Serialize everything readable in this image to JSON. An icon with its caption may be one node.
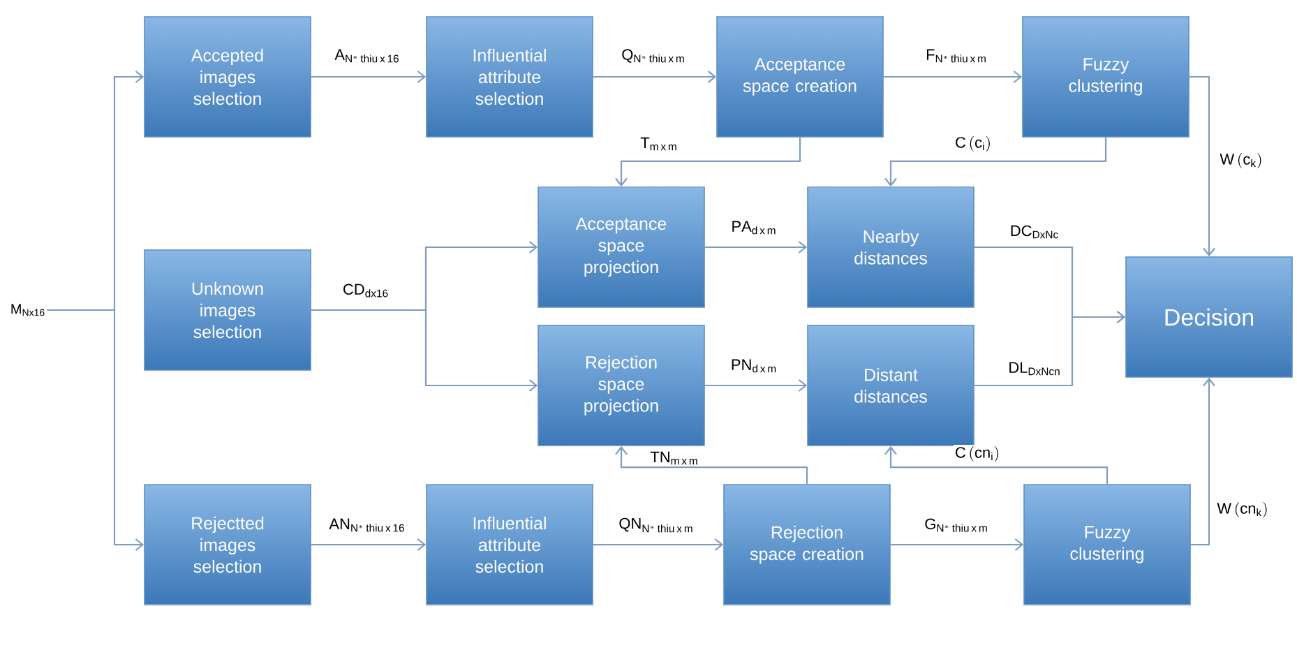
{
  "diagram": {
    "nodes": [
      {
        "text": [
          "\\mathrm{M}_{\\mathrm{N x 16}}"
        ]
      },
      {
        "text": [
          "Accepted images selection"
        ]
      },
      {
        "text": [
          "Influential attribute selection"
        ]
      },
      {
        "text": [
          "Acceptance space creation"
        ]
      },
      {
        "text": [
          "Fuzzy clustering"
        ]
      },
      {
        "text": [
          "Unknown images selection"
        ]
      },
      {
        "text": [
          "Acceptance space projection"
        ]
      },
      {
        "text": [
          "Nearby distances"
        ]
      },
      {
        "text": [
          "Rejection space projection"
        ]
      },
      {
        "text": [
          "Distant distances"
        ]
      },
      {
        "text": [
          "Decision"
        ]
      },
      {
        "text": [
          "Rejectted images selection"
        ]
      },
      {
        "text": [
          "Influential attribute selection"
        ]
      },
      {
        "text": [
          "Rejection space creation"
        ]
      },
      {
        "text": [
          "Fuzzy clustering"
        ]
      }
    ],
    "edges": [
      {
        "from": 0,
        "to": 1,
        "arrow": "to"
      },
      {
        "from": 0,
        "to": 11,
        "arrow": "to"
      },
      {
        "from": 1,
        "to": 2,
        "arrow": "to",
        "label": "\\mathrm{A}_{\\mathrm{N^{*}\\,thiu\\,x\\,16}}"
      },
      {
        "from": 2,
        "to": 3,
        "arrow": "to",
        "label": "\\mathrm{Q}_{\\mathrm{N^{*}\\,thiu\\,x\\,m}}"
      },
      {
        "from": 3,
        "to": 4,
        "arrow": "to",
        "label": "\\mathrm{F}_{\\mathrm{N^{*}\\,thiu\\,x\\,m}}"
      },
      {
        "from": 3,
        "to": 6,
        "arrow": "to",
        "label": "\\mathrm{T}_{\\mathrm{m\\,x\\,m}}"
      },
      {
        "from": 4,
        "to": 7,
        "arrow": "to",
        "label": "\\mathrm{C\\,(c_{i})}"
      },
      {
        "from": 4,
        "to": 10,
        "arrow": "to",
        "label": "\\mathrm{W\\,(c_{k})}"
      },
      {
        "from": 5,
        "to": 6,
        "arrow": "to",
        "label": "\\mathrm{CD}_{\\mathrm{dx16}}"
      },
      {
        "from": 5,
        "to": 8,
        "arrow": "to"
      },
      {
        "from": 6,
        "to": 7,
        "arrow": "to",
        "label": "\\mathrm{PA}_{\\mathrm{d\\,x\\,m}}"
      },
      {
        "from": 8,
        "to": 9,
        "arrow": "to",
        "label": "\\mathrm{PN}_{\\mathrm{d\\,x\\,m}}"
      },
      {
        "from": 7,
        "to": 10,
        "arrow": "to",
        "label": "\\mathrm{DC}_{\\mathrm{DxNc}}"
      },
      {
        "from": 9,
        "to": 10,
        "arrow": "to",
        "label": "\\mathrm{DL}_{\\mathrm{DxNcn}}"
      },
      {
        "from": 11,
        "to": 12,
        "arrow": "to",
        "label": "\\mathrm{AN}_{\\mathrm{N^{*}\\,thiu\\,x\\,16}}"
      },
      {
        "from": 12,
        "to": 13,
        "arrow": "to",
        "label": "\\mathrm{QN}_{\\mathrm{N^{*}\\,thiu\\,x\\,m}}"
      },
      {
        "from": 13,
        "to": 14,
        "arrow": "to",
        "label": "\\mathrm{G}_{\\mathrm{N^{*}\\,thiu\\,x\\,m}}"
      },
      {
        "from": 13,
        "to": 8,
        "arrow": "to",
        "label": "\\mathrm{TN}_{\\mathrm{m\\,x\\,m}}"
      },
      {
        "from": 14,
        "to": 9,
        "arrow": "to",
        "label": "\\mathrm{C\\,(cn_{i})}"
      },
      {
        "from": 14,
        "to": 10,
        "arrow": "to",
        "label": "\\mathrm{W\\,(cn_{k})}"
      }
    ]
  }
}
